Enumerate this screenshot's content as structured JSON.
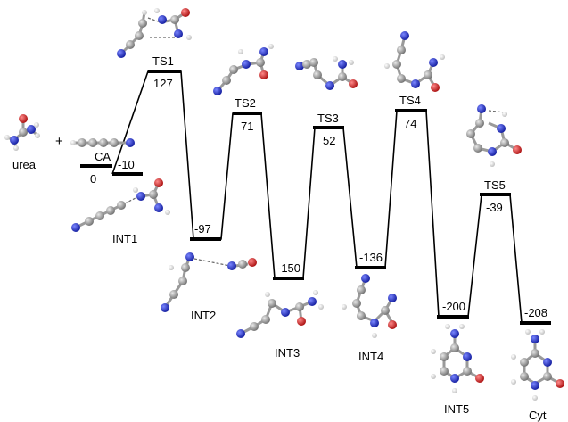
{
  "energy_diagram": {
    "levels": [
      {
        "name": "CA",
        "value": "0"
      },
      {
        "name": "INT1",
        "value": "-10"
      },
      {
        "name": "TS1",
        "value": "127"
      },
      {
        "name": "INT2",
        "value": "-97"
      },
      {
        "name": "TS2",
        "value": "71"
      },
      {
        "name": "INT3",
        "value": "-150"
      },
      {
        "name": "TS3",
        "value": "52"
      },
      {
        "name": "INT4",
        "value": "-136"
      },
      {
        "name": "TS4",
        "value": "74"
      },
      {
        "name": "INT5",
        "value": "-200"
      },
      {
        "name": "TS5",
        "value": "-39"
      },
      {
        "name": "Cyt",
        "value": "-208"
      }
    ],
    "reactant_label": "urea",
    "plus_sign": "+"
  },
  "atom_colors": {
    "carbon": "#8c8c8c",
    "nitrogen": "#1f2ccf",
    "oxygen": "#d61a1a",
    "hydrogen": "#e6e6e6"
  }
}
